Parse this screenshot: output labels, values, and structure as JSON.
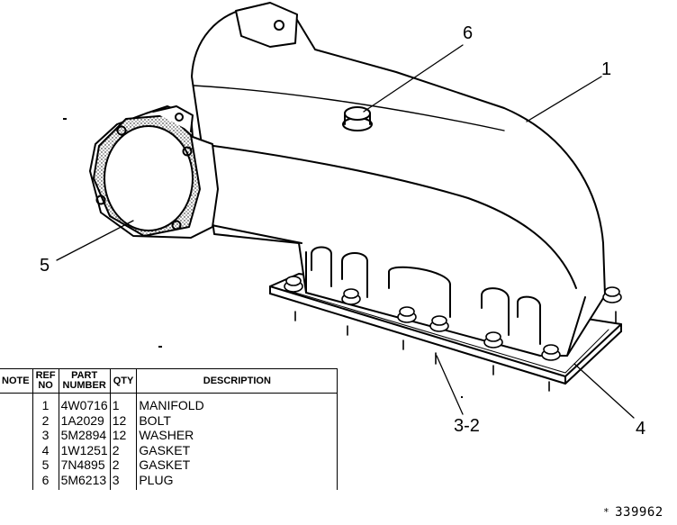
{
  "figure": {
    "id": "339962",
    "id_mark": "*"
  },
  "callouts": [
    {
      "key": "c1",
      "label": "1"
    },
    {
      "key": "c6",
      "label": "6"
    },
    {
      "key": "c5",
      "label": "5"
    },
    {
      "key": "c4",
      "label": "4"
    },
    {
      "key": "c32",
      "label": "3-2"
    }
  ],
  "parts_table": {
    "headers": {
      "note": "NOTE",
      "ref_line1": "REF",
      "ref_line2": "NO",
      "part_line1": "PART",
      "part_line2": "NUMBER",
      "qty": "QTY",
      "description": "DESCRIPTION"
    },
    "rows": [
      {
        "note": "",
        "ref": "1",
        "part": "4W0716",
        "qty": "1",
        "desc": "MANIFOLD"
      },
      {
        "note": "",
        "ref": "2",
        "part": "1A2029",
        "qty": "12",
        "desc": "BOLT"
      },
      {
        "note": "",
        "ref": "3",
        "part": "5M2894",
        "qty": "12",
        "desc": "WASHER"
      },
      {
        "note": "",
        "ref": "4",
        "part": "1W1251",
        "qty": "2",
        "desc": "GASKET"
      },
      {
        "note": "",
        "ref": "5",
        "part": "7N4895",
        "qty": "2",
        "desc": "GASKET"
      },
      {
        "note": "",
        "ref": "6",
        "part": "5M6213",
        "qty": "3",
        "desc": "PLUG"
      }
    ]
  }
}
